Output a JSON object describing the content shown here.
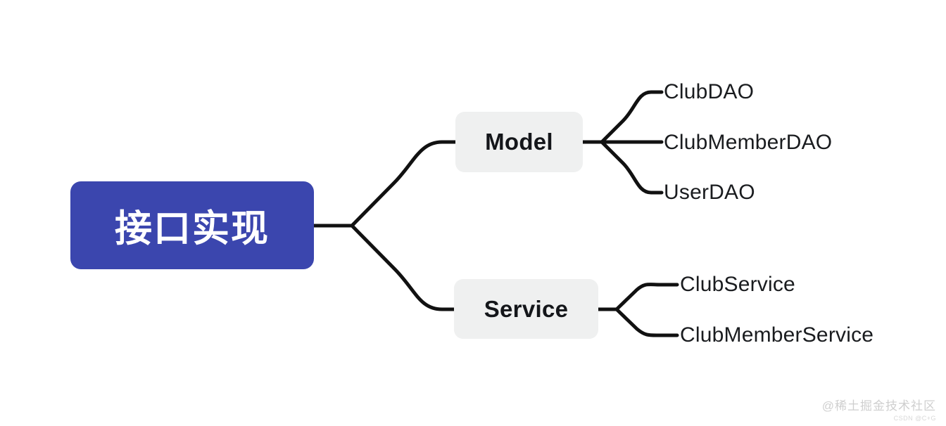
{
  "diagram": {
    "type": "mindmap",
    "orientation": "left-to-right",
    "background_color": "#ffffff",
    "link_color": "#111111",
    "root": {
      "label": "接口实现",
      "fill_color": "#3b46ae",
      "text_color": "#ffffff"
    },
    "branches": [
      {
        "label": "Model",
        "fill_color": "#eff0f0",
        "text_color": "#14161a",
        "children": [
          {
            "label": "ClubDAO"
          },
          {
            "label": "ClubMemberDAO"
          },
          {
            "label": "UserDAO"
          }
        ]
      },
      {
        "label": "Service",
        "fill_color": "#eff0f0",
        "text_color": "#14161a",
        "children": [
          {
            "label": "ClubService"
          },
          {
            "label": "ClubMemberService"
          }
        ]
      }
    ]
  },
  "watermark": {
    "main": "@稀土掘金技术社区",
    "sub": "CSDN @C+G"
  }
}
